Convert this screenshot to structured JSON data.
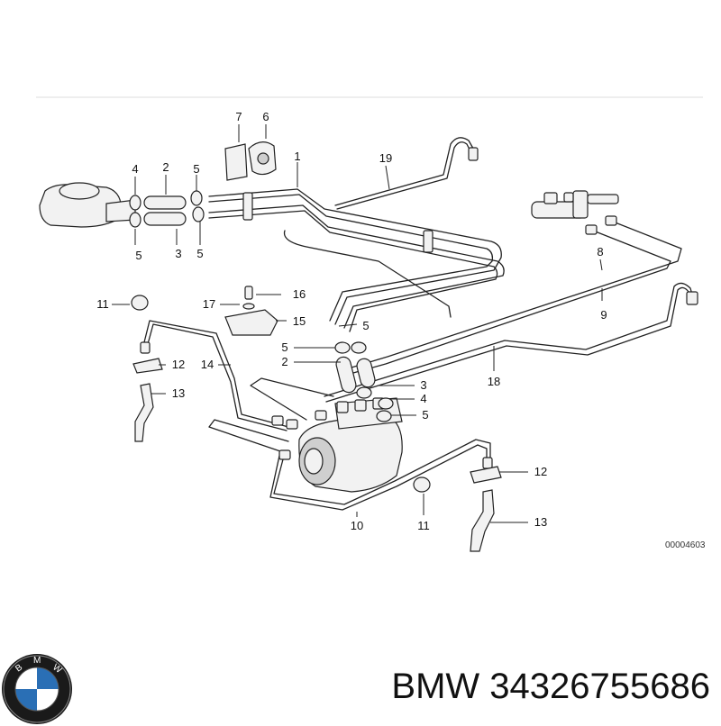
{
  "diagram": {
    "reference_code": "00004603",
    "callouts": [
      {
        "id": "c7",
        "text": "7"
      },
      {
        "id": "c6",
        "text": "6"
      },
      {
        "id": "c1",
        "text": "1"
      },
      {
        "id": "c19",
        "text": "19"
      },
      {
        "id": "c4a",
        "text": "4"
      },
      {
        "id": "c2a",
        "text": "2"
      },
      {
        "id": "c5a",
        "text": "5"
      },
      {
        "id": "c5b",
        "text": "5"
      },
      {
        "id": "c3a",
        "text": "3"
      },
      {
        "id": "c5c",
        "text": "5"
      },
      {
        "id": "c8",
        "text": "8"
      },
      {
        "id": "c9",
        "text": "9"
      },
      {
        "id": "c11a",
        "text": "11"
      },
      {
        "id": "c17",
        "text": "17"
      },
      {
        "id": "c16",
        "text": "16"
      },
      {
        "id": "c15",
        "text": "15"
      },
      {
        "id": "c5d",
        "text": "5"
      },
      {
        "id": "c5e",
        "text": "5"
      },
      {
        "id": "c12a",
        "text": "12"
      },
      {
        "id": "c14",
        "text": "14"
      },
      {
        "id": "c2b",
        "text": "2"
      },
      {
        "id": "c18",
        "text": "18"
      },
      {
        "id": "c3b",
        "text": "3"
      },
      {
        "id": "c4b",
        "text": "4"
      },
      {
        "id": "c13a",
        "text": "13"
      },
      {
        "id": "c5f",
        "text": "5"
      },
      {
        "id": "c12b",
        "text": "12"
      },
      {
        "id": "c10",
        "text": "10"
      },
      {
        "id": "c11b",
        "text": "11"
      },
      {
        "id": "c13b",
        "text": "13"
      }
    ]
  },
  "brand": {
    "logo_letters": "BMW",
    "text": "BMW 34326755686",
    "colors": {
      "blue": "#2a6fb5",
      "ring": "#1a1a1a"
    }
  }
}
